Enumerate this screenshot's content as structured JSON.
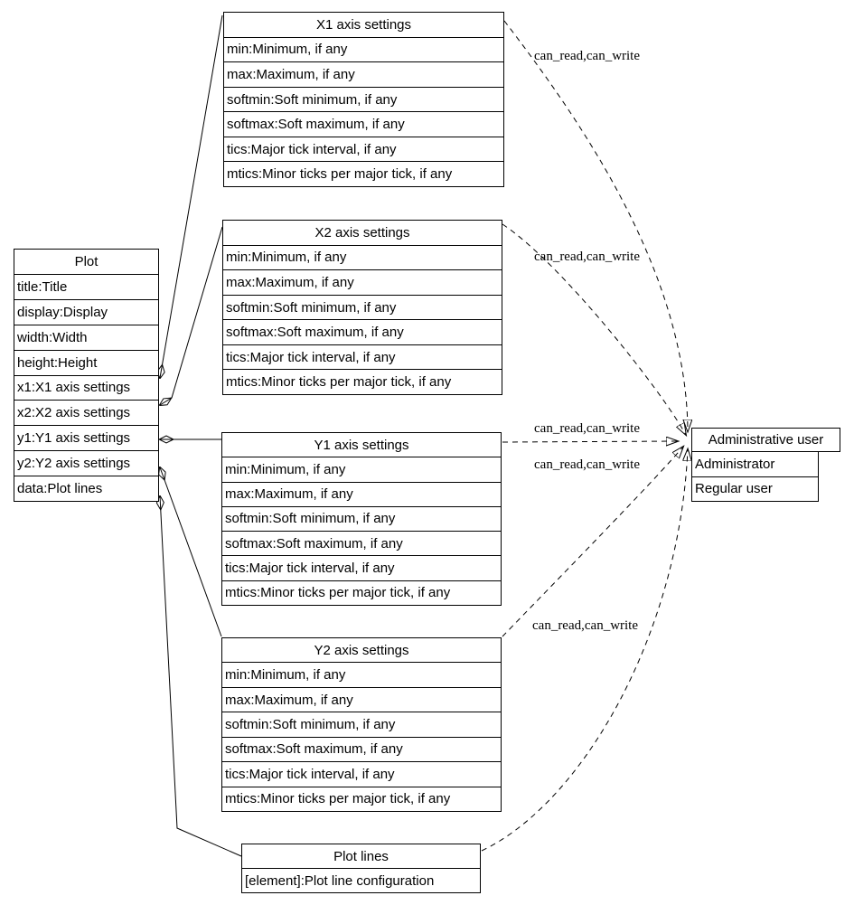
{
  "diagram": {
    "kind": "uml-composition-diagram",
    "colors": {
      "background": "#ffffff",
      "line": "#000000",
      "text": "#000000"
    },
    "nodes": {
      "plot": {
        "title": "Plot",
        "fields": [
          "title:Title",
          "display:Display",
          "width:Width",
          "height:Height",
          "x1:X1 axis settings",
          "x2:X2 axis settings",
          "y1:Y1 axis settings",
          "y2:Y2 axis settings",
          "data:Plot lines"
        ]
      },
      "x1_axis": {
        "title": "X1 axis settings",
        "fields": [
          "min:Minimum, if any",
          "max:Maximum, if any",
          "softmin:Soft minimum, if any",
          "softmax:Soft maximum, if any",
          "tics:Major tick interval, if any",
          "mtics:Minor ticks per major tick, if any"
        ]
      },
      "x2_axis": {
        "title": "X2 axis settings",
        "fields": [
          "min:Minimum, if any",
          "max:Maximum, if any",
          "softmin:Soft minimum, if any",
          "softmax:Soft maximum, if any",
          "tics:Major tick interval, if any",
          "mtics:Minor ticks per major tick, if any"
        ]
      },
      "y1_axis": {
        "title": "Y1 axis settings",
        "fields": [
          "min:Minimum, if any",
          "max:Maximum, if any",
          "softmin:Soft minimum, if any",
          "softmax:Soft maximum, if any",
          "tics:Major tick interval, if any",
          "mtics:Minor ticks per major tick, if any"
        ]
      },
      "y2_axis": {
        "title": "Y2 axis settings",
        "fields": [
          "min:Minimum, if any",
          "max:Maximum, if any",
          "softmin:Soft minimum, if any",
          "softmax:Soft maximum, if any",
          "tics:Major tick interval, if any",
          "mtics:Minor ticks per major tick, if any"
        ]
      },
      "plot_lines": {
        "title": "Plot lines",
        "fields": [
          "[element]:Plot line configuration"
        ]
      },
      "admin_user": {
        "title": "Administrative user",
        "fields": [
          "Administrator",
          "Regular user"
        ]
      }
    },
    "edges": {
      "x1_to_admin": {
        "label": "can_read,can_write"
      },
      "x2_to_admin": {
        "label": "can_read,can_write"
      },
      "y1_to_admin": {
        "label": "can_read,can_write"
      },
      "y2_to_admin": {
        "label": "can_read,can_write"
      },
      "plotlines_to_admin": {
        "label": "can_read,can_write"
      }
    }
  }
}
